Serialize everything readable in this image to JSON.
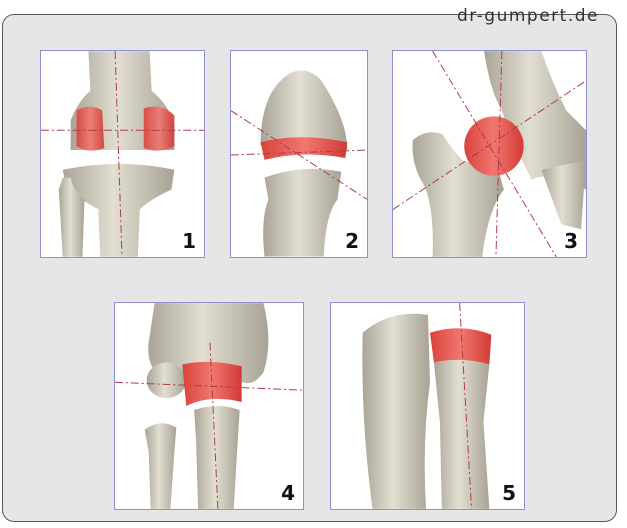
{
  "watermark": "dr-gumpert.de",
  "colors": {
    "bone": "#d6d2c4",
    "bone_shade": "#a9a496",
    "cartilage": "#e4544c",
    "axis": "#b03a4a",
    "panel_border": "#8f8fd6"
  },
  "panels": [
    {
      "number": "1"
    },
    {
      "number": "2"
    },
    {
      "number": "3"
    },
    {
      "number": "4"
    },
    {
      "number": "5"
    }
  ]
}
